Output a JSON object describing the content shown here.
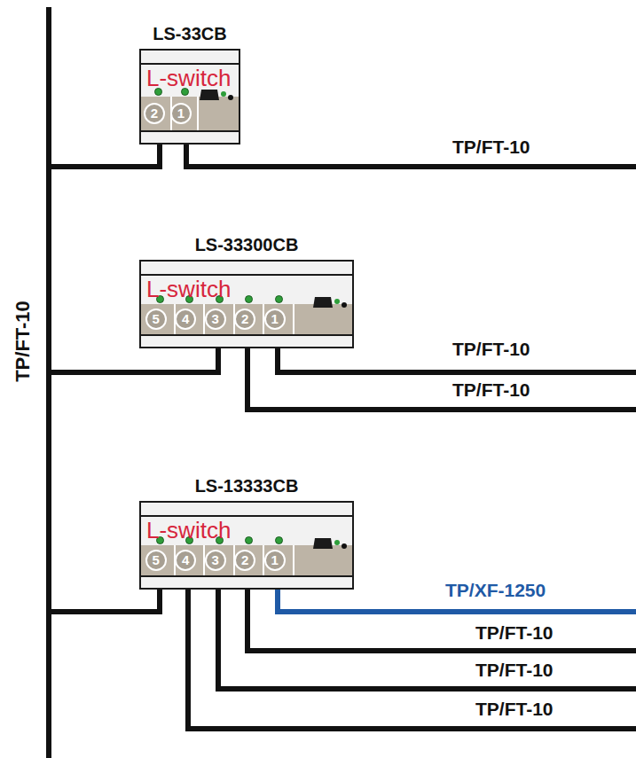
{
  "diagram": {
    "nodes": [
      {
        "text": [
          "LS-33CB",
          "L-switch"
        ]
      },
      {
        "text": [
          "LS-33300CB",
          "L-switch"
        ]
      },
      {
        "text": [
          "LS-13333CB",
          "L-switch"
        ]
      }
    ],
    "labels": [
      "TP/FT-10",
      "2",
      "1",
      "TP/FT-10",
      "5",
      "4",
      "3",
      "2",
      "1",
      "TP/FT-10",
      "TP/FT-10",
      "5",
      "4",
      "3",
      "2",
      "1",
      "TP/XF-1250",
      "TP/FT-10",
      "TP/FT-10",
      "TP/FT-10"
    ]
  }
}
